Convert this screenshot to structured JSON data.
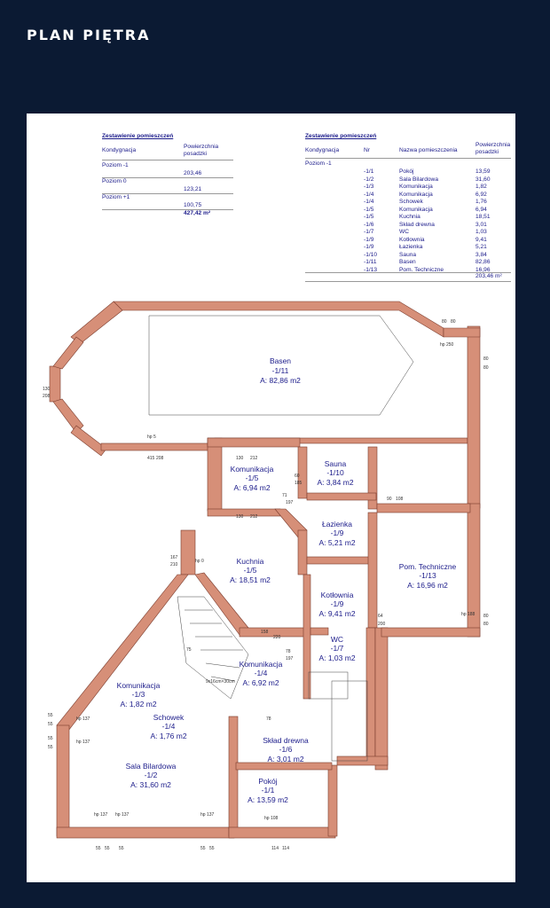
{
  "title": "PLAN PIĘTRA",
  "summary": {
    "heading": "Zestawienie pomieszczeń",
    "col1": "Kondygnacja",
    "col2a": "Powierzchnia",
    "col2b": "posadzki",
    "rows": [
      {
        "level": "Poziom -1",
        "area": "203,46"
      },
      {
        "level": "Poziom 0",
        "area": "123,21"
      },
      {
        "level": "Poziom +1",
        "area": "100,75"
      }
    ],
    "total": "427,42 m²"
  },
  "detail": {
    "heading": "Zestawienie pomieszczeń",
    "col1": "Kondygnacja",
    "col2": "Nr",
    "col3": "Nazwa pomieszczenia",
    "col4a": "Powierzchnia",
    "col4b": "posadzki",
    "level": "Poziom -1",
    "rows": [
      {
        "nr": "-1/1",
        "name": "Pokój",
        "area": "13,59"
      },
      {
        "nr": "-1/2",
        "name": "Sala Bilardowa",
        "area": "31,60"
      },
      {
        "nr": "-1/3",
        "name": "Komunikacja",
        "area": "1,82"
      },
      {
        "nr": "-1/4",
        "name": "Komunikacja",
        "area": "6,92"
      },
      {
        "nr": "-1/4",
        "name": "Schowek",
        "area": "1,76"
      },
      {
        "nr": "-1/5",
        "name": "Komunikacja",
        "area": "6,94"
      },
      {
        "nr": "-1/5",
        "name": "Kuchnia",
        "area": "18,51"
      },
      {
        "nr": "-1/6",
        "name": "Skład drewna",
        "area": "3,01"
      },
      {
        "nr": "-1/7",
        "name": "WC",
        "area": "1,03"
      },
      {
        "nr": "-1/9",
        "name": "Kotłownia",
        "area": "9,41"
      },
      {
        "nr": "-1/9",
        "name": "Łazienka",
        "area": "5,21"
      },
      {
        "nr": "-1/10",
        "name": "Sauna",
        "area": "3,84"
      },
      {
        "nr": "-1/11",
        "name": "Basen",
        "area": "82,86"
      },
      {
        "nr": "-1/13",
        "name": "Pom. Techniczne",
        "area": "16,96"
      }
    ],
    "total": "203,46 m²"
  },
  "rooms": [
    {
      "name": "Basen",
      "nr": "-1/11",
      "area": "A: 82,86 m2"
    },
    {
      "name": "Komunikacja",
      "nr": "-1/5",
      "area": "A: 6,94 m2"
    },
    {
      "name": "Sauna",
      "nr": "-1/10",
      "area": "A: 3,84 m2"
    },
    {
      "name": "Łazienka",
      "nr": "-1/9",
      "area": "A: 5,21 m2"
    },
    {
      "name": "Kuchnia",
      "nr": "-1/5",
      "area": "A: 18,51 m2"
    },
    {
      "name": "Pom. Techniczne",
      "nr": "-1/13",
      "area": "A: 16,96 m2"
    },
    {
      "name": "Kotłownia",
      "nr": "-1/9",
      "area": "A: 9,41 m2"
    },
    {
      "name": "WC",
      "nr": "-1/7",
      "area": "A: 1,03 m2"
    },
    {
      "name": "Komunikacja",
      "nr": "-1/4",
      "area": "A: 6,92 m2"
    },
    {
      "name": "Komunikacja",
      "nr": "-1/3",
      "area": "A: 1,82 m2"
    },
    {
      "name": "Schowek",
      "nr": "-1/4",
      "area": "A: 1,76 m2"
    },
    {
      "name": "Skład drewna",
      "nr": "-1/6",
      "area": "A: 3,01 m2"
    },
    {
      "name": "Sala Bilardowa",
      "nr": "-1/2",
      "area": "A: 31,60 m2"
    },
    {
      "name": "Pokój",
      "nr": "-1/1",
      "area": "A: 13,59 m2"
    }
  ],
  "dims": {
    "hp250": "hp 250",
    "hp5": "hp 5",
    "hp0": "hp 0",
    "hp188": "hp 188",
    "hp137": "hp 137",
    "hp108": "hp 108",
    "n80": "80",
    "n130": "130",
    "n208": "208",
    "n415": "415",
    "n212": "212",
    "n60": "60",
    "n185": "185",
    "n71": "71",
    "n197": "197",
    "n90": "90",
    "n108": "108",
    "n167": "167",
    "n210": "210",
    "n64": "64",
    "n200": "200",
    "n158": "158",
    "n220": "220",
    "n78": "78",
    "n75": "75",
    "n55": "55",
    "n114": "114",
    "stairs": "9x16cm×30cm"
  }
}
